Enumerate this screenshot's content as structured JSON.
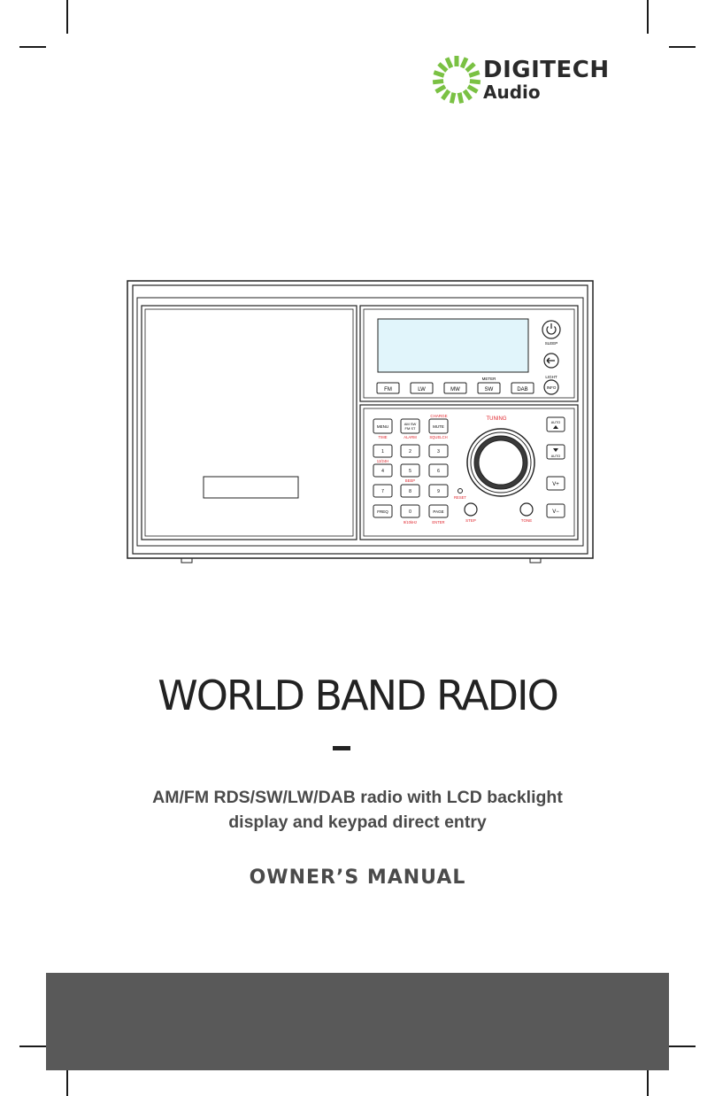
{
  "brand": {
    "name": "DIGITECH",
    "sub": "Audio",
    "logo_color": "#7ac143"
  },
  "product_title": "WORLD BAND RADIO",
  "title_dash": "–",
  "subtitle_lines": [
    "AM/FM RDS/SW/LW/DAB radio with LCD backlight",
    "display and keypad direct entry"
  ],
  "manual_label": "OWNER’S MANUAL",
  "radio_labels": {
    "band_buttons": [
      "FM",
      "LW",
      "MW",
      "SW",
      "DAB"
    ],
    "meter": "METER",
    "sleep": "SLEEP",
    "light": "LIGHT",
    "info": "INFO",
    "charge": "CHARGE",
    "tuning": "TUNING",
    "menu": "MENU",
    "am_sw_fm_st": [
      "AM SW",
      "FM ST"
    ],
    "mute": "MUTE",
    "time": "TIME",
    "alarm": "ALARM",
    "squelch": "SQUELCH",
    "keys": [
      "1",
      "2",
      "3",
      "4",
      "5",
      "6",
      "7",
      "8",
      "9"
    ],
    "hr12_24": "12/24H",
    "beep": "BEEP",
    "reset": "RESET",
    "freq": "FREQ",
    "zero": "0",
    "page": "PAGE",
    "khz": "9/10kHz",
    "enter": "ENTER",
    "step": "STEP",
    "tone": "TONE",
    "auto": "AUTO",
    "vplus": "V+",
    "vminus": "V−"
  },
  "colors": {
    "accent_red": "#e0262d",
    "footer": "#595959"
  }
}
